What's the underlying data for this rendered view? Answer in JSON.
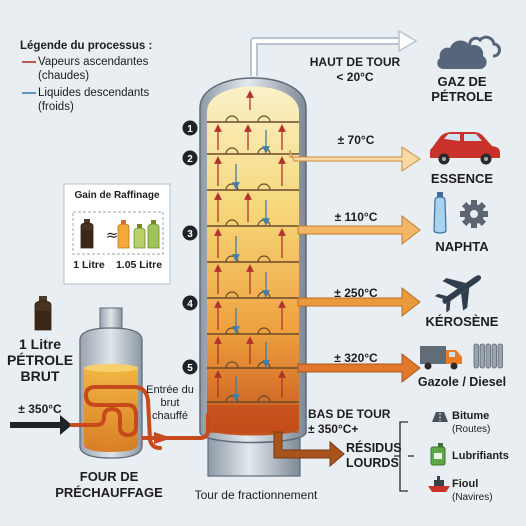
{
  "legend": {
    "title": "Légende du processus :",
    "hot_line1": "Vapeurs ascendantes",
    "hot_line2": "(chaudes)",
    "cold_line1": "Liquides descendants",
    "cold_line2": "(froids)"
  },
  "top": {
    "label_line1": "HAUT DE TOUR",
    "label_line2": "< 20°C",
    "product_line1": "GAZ DE",
    "product_line2": "PÉTROLE"
  },
  "trays": [
    "1",
    "2",
    "3",
    "4",
    "5"
  ],
  "cuts": [
    {
      "temp": "± 70°C",
      "product": "ESSENCE",
      "icon": "car-icon"
    },
    {
      "temp": "± 110°C",
      "product": "NAPHTA",
      "icon": "bottle-gear-icon"
    },
    {
      "temp": "± 250°C",
      "product": "KÉROSÈNE",
      "icon": "airplane-icon"
    },
    {
      "temp": "± 320°C",
      "product": "Gazole / Diesel",
      "icon": "truck-radiator-icon"
    }
  ],
  "gain": {
    "title": "Gain de Raffinage",
    "in_label": "1 Litre",
    "approx": "≈",
    "out_label": "1.05 Litre"
  },
  "crude": {
    "line1": "1 Litre",
    "line2": "PÉTROLE",
    "line3": "BRUT",
    "temp": "± 350°C"
  },
  "furnace": {
    "line1": "FOUR DE",
    "line2": "PRÉCHAUFFAGE"
  },
  "feed": {
    "line1": "Entrée du",
    "line2": "brut",
    "line3": "chauffé"
  },
  "column_label": "Tour de fractionnement",
  "bottom": {
    "label_line1": "BAS DE TOUR",
    "label_line2": "± 350°C+",
    "residue_line1": "RÉSIDUS",
    "residue_line2": "LOURDS",
    "items": [
      {
        "name": "Bitume",
        "note": "(Routes)",
        "icon": "road-icon"
      },
      {
        "name": "Lubrifiants",
        "note": "",
        "icon": "oil-can-icon"
      },
      {
        "name": "Fioul",
        "note": "(Navires)",
        "icon": "ship-icon"
      }
    ]
  },
  "colors": {
    "vapor": "#b2332b",
    "liquid": "#3f7fa8",
    "column_top": "#fbecb4",
    "column_bottom": "#c55a1e",
    "arrow_light": "#f7d39a",
    "arrow_dark": "#d8762a"
  }
}
